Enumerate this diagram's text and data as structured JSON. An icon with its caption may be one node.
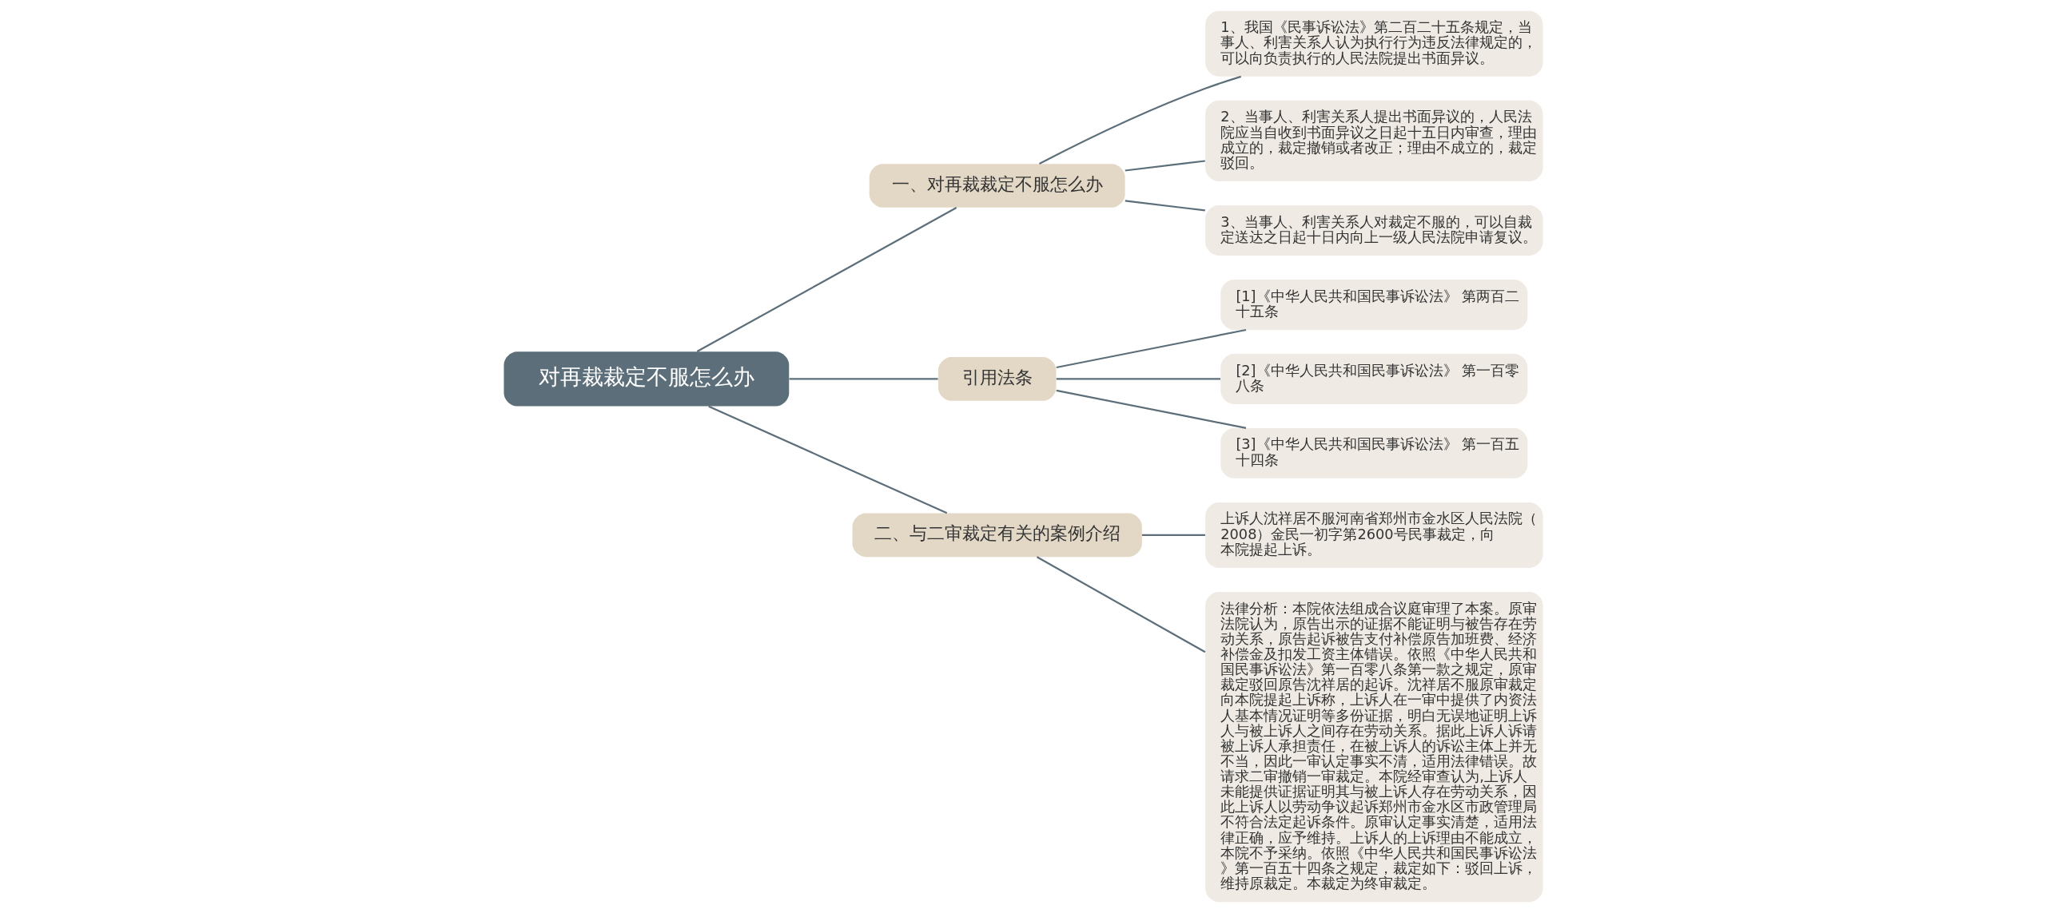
{
  "diagram": {
    "nodes": [
      {
        "text": [
          "对再裁裁定不服怎么办"
        ]
      },
      {
        "text": [
          "一、对再裁裁定不服怎么办"
        ]
      },
      {
        "text": [
          "1、我国《民事诉讼法》第二百二十五条规定，当事人、利害关系人认为执行行为违反法律规定的，可以向负责执行的人民法院提出书面异议。"
        ]
      },
      {
        "text": [
          "2、当事人、利害关系人提出书面异议的，人民法院应当自收到书面异议之日起十五日内审查，理由成立的，裁定撤销或者改正；理由不成立的，裁定驳回。"
        ]
      },
      {
        "text": [
          "3、当事人、利害关系人对裁定不服的，可以自裁定送达之日起十日内向上一级人民法院申请复议。"
        ]
      },
      {
        "text": [
          "引用法条"
        ]
      },
      {
        "text": [
          "[1]《中华人民共和国民事诉讼法》 第两百二十五条"
        ]
      },
      {
        "text": [
          "[2]《中华人民共和国民事诉讼法》 第一百零八条"
        ]
      },
      {
        "text": [
          "[3]《中华人民共和国民事诉讼法》 第一百五十四条"
        ]
      },
      {
        "text": [
          "二、与二审裁定有关的案例介绍"
        ]
      },
      {
        "text": [
          "上诉人沈祥居不服河南省郑州市金水区人民法院（2008）金民一初字第2600号民事裁定，向本院提起上诉。"
        ]
      },
      {
        "text": [
          "法律分析：本院依法组成合议庭审理了本案。原审法院认为，原告出示的证据不能证明与被告存在劳动关系，原告起诉被告支付补偿原告加班费、经济补偿金及扣发工资主体错误。依照《中华人民共和国民事诉讼法》第一百零八条第一款之规定，原审裁定驳回原告沈祥居的起诉。沈祥居不服原审裁定向本院提起上诉称，上诉人在一审中提供了内资法人基本情况证明等多份证据，明白无误地证明上诉人与被上诉人之间存在劳动关系。据此上诉人诉请被上诉人承担责任，在被上诉人的诉讼主体上并无不当，因此一审认定事实不清，适用法律错误。故请求二审撤销一审裁定。本院经审查认为,上诉人未能提供证据证明其与被上诉人存在劳动关系，因此上诉人以劳动争议起诉郑州市金水区市政管理局不符合法定起诉条件。原审认定事实清楚，适用法律正确，应予维持。上诉人的上诉理由不能成立，本院不予采纳。依照《中华人民共和国民事诉讼法》第一百五十四条之规定，裁定如下：驳回上诉，维持原裁定。本裁定为终审裁定。"
        ]
      }
    ],
    "edges": [
      {
        "from": 0,
        "to": 1,
        "arrow": "none"
      },
      {
        "from": 1,
        "to": 2,
        "arrow": "none"
      },
      {
        "from": 1,
        "to": 3,
        "arrow": "none"
      },
      {
        "from": 1,
        "to": 4,
        "arrow": "none"
      },
      {
        "from": 0,
        "to": 5,
        "arrow": "none"
      },
      {
        "from": 5,
        "to": 6,
        "arrow": "none"
      },
      {
        "from": 5,
        "to": 7,
        "arrow": "none"
      },
      {
        "from": 5,
        "to": 8,
        "arrow": "none"
      },
      {
        "from": 0,
        "to": 9,
        "arrow": "none"
      },
      {
        "from": 9,
        "to": 10,
        "arrow": "none"
      },
      {
        "from": 9,
        "to": 11,
        "arrow": "none"
      }
    ]
  }
}
